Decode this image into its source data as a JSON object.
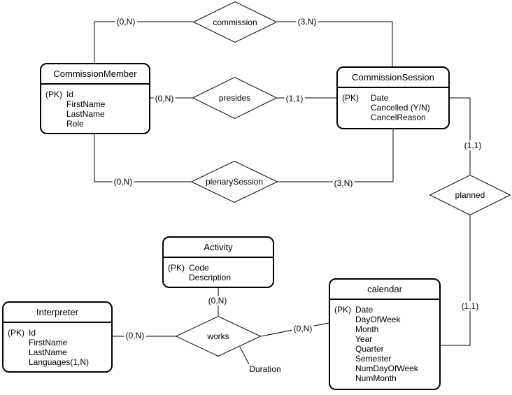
{
  "colors": {
    "line": "#000000",
    "text": "#000000",
    "shape_fill": "#ffffff",
    "background": "#ffffff"
  },
  "entities": [
    {
      "title": "CommissionMember",
      "attributes": [
        {
          "pk": "(PK)",
          "name": "Id"
        },
        {
          "pk": "",
          "name": "FirstName"
        },
        {
          "pk": "",
          "name": "LastName"
        },
        {
          "pk": "",
          "name": "Role"
        }
      ]
    },
    {
      "title": "CommissionSession",
      "attributes": [
        {
          "pk": "(PK)",
          "name": "Date"
        },
        {
          "pk": "",
          "name": "Cancelled (Y/N)"
        },
        {
          "pk": "",
          "name": "CancelReason"
        }
      ]
    },
    {
      "title": "Activity",
      "attributes": [
        {
          "pk": "(PK)",
          "name": "Code"
        },
        {
          "pk": "",
          "name": "Description"
        }
      ]
    },
    {
      "title": "Interpreter",
      "attributes": [
        {
          "pk": "(PK)",
          "name": "Id"
        },
        {
          "pk": "",
          "name": "FirstName"
        },
        {
          "pk": "",
          "name": "LastName"
        },
        {
          "pk": "",
          "name": "Languages(1,N)"
        }
      ]
    },
    {
      "title": "calendar",
      "attributes": [
        {
          "pk": "(PK)",
          "name": "Date"
        },
        {
          "pk": "",
          "name": "DayOfWeek"
        },
        {
          "pk": "",
          "name": "Month"
        },
        {
          "pk": "",
          "name": "Year"
        },
        {
          "pk": "",
          "name": "Quarter"
        },
        {
          "pk": "",
          "name": "Semester"
        },
        {
          "pk": "",
          "name": "NumDayOfWeek"
        },
        {
          "pk": "",
          "name": "NumMonth"
        }
      ]
    }
  ],
  "relationships": [
    {
      "label": "commission"
    },
    {
      "label": "presides"
    },
    {
      "label": "plenarySession"
    },
    {
      "label": "planned"
    },
    {
      "label": "works"
    }
  ],
  "cardinalities": {
    "member_commission": "(0,N)",
    "session_commission": "(3,N)",
    "member_presides": "(0,N)",
    "session_presides": "(1,1)",
    "session_planned": "(1,1)",
    "member_plenary": "(0,N)",
    "session_plenary": "(3,N)",
    "calendar_planned": "(1,1)",
    "activity_works": "(0,N)",
    "interpreter_works": "(0,N)",
    "calendar_works": "(0,N)"
  },
  "relationship_attributes": {
    "works_duration": "Duration"
  }
}
